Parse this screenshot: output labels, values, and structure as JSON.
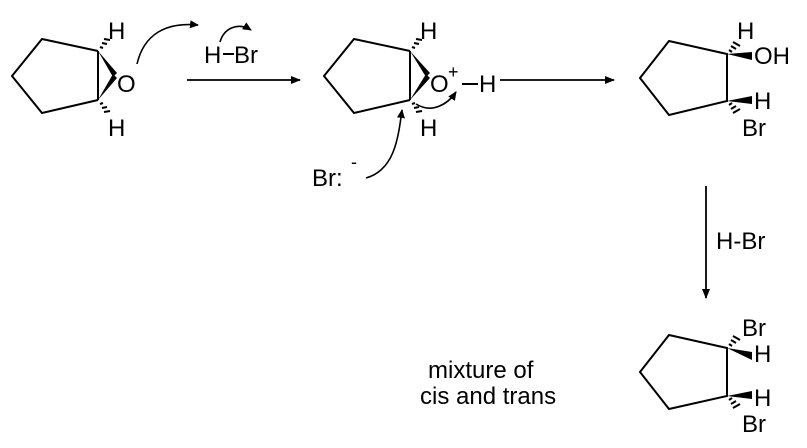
{
  "atoms": {
    "epoxide": {
      "h_top": "H",
      "o": "O",
      "h_bottom": "H"
    },
    "acid": {
      "h": "H",
      "br": "Br"
    },
    "protonated": {
      "h_top": "H",
      "o": "O",
      "plus": "+",
      "h_bottom": "H",
      "h_oh": "H"
    },
    "bromide": {
      "label": "Br:",
      "charge": "-"
    },
    "bromohydrin": {
      "h_top": "H",
      "oh": "OH",
      "h_bottom": "H",
      "br": "Br"
    },
    "dibromide": {
      "br_top": "Br",
      "h_top": "H",
      "h_bottom": "H",
      "br_bottom": "Br"
    }
  },
  "reagent_label": "H-Br",
  "product_caption": {
    "line1": "mixture of",
    "line2": "cis and trans"
  }
}
